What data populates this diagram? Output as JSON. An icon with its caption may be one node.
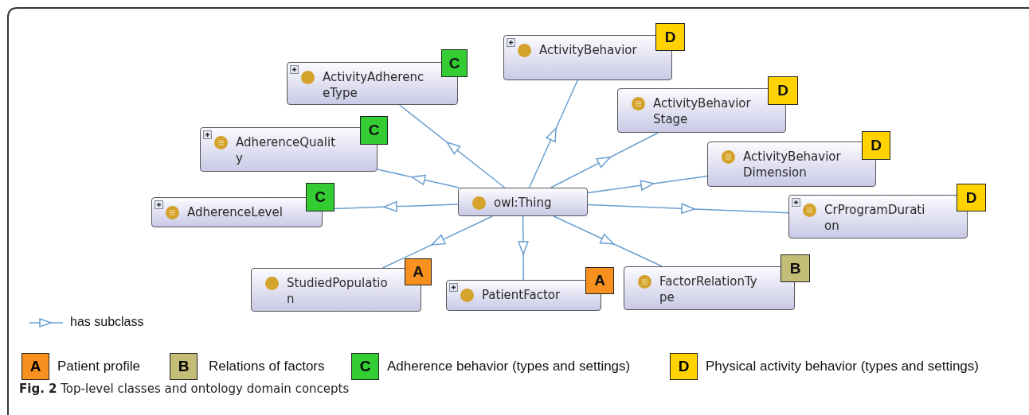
{
  "diagram": {
    "caption": "**Fig. 2** Top-level classes and ontology domain concepts",
    "nodes": [
      {
        "text": [
          "ActivityBehavior"
        ]
      },
      {
        "text": [
          "D"
        ]
      },
      {
        "text": [
          "ActivityAdherenceType"
        ]
      },
      {
        "text": [
          "C"
        ]
      },
      {
        "text": [
          "ActivityBehaviorStage"
        ]
      },
      {
        "text": [
          "D"
        ]
      },
      {
        "text": [
          "AdherenceQuality"
        ]
      },
      {
        "text": [
          "C"
        ]
      },
      {
        "text": [
          "ActivityBehaviorDimension"
        ]
      },
      {
        "text": [
          "D"
        ]
      },
      {
        "text": [
          "owl:Thing"
        ]
      },
      {
        "text": [
          "AdherenceLevel"
        ]
      },
      {
        "text": [
          "C"
        ]
      },
      {
        "text": [
          "CrProgramDuration"
        ]
      },
      {
        "text": [
          "D"
        ]
      },
      {
        "text": [
          "StudiedPopulation"
        ]
      },
      {
        "text": [
          "A"
        ]
      },
      {
        "text": [
          "FactorRelationType"
        ]
      },
      {
        "text": [
          "B"
        ]
      },
      {
        "text": [
          "PatientFactor"
        ]
      },
      {
        "text": [
          "A"
        ]
      }
    ],
    "edges": [
      {
        "from": 10,
        "to": 0,
        "arrow": "to"
      },
      {
        "from": 10,
        "to": 2,
        "arrow": "to"
      },
      {
        "from": 10,
        "to": 4,
        "arrow": "to"
      },
      {
        "from": 10,
        "to": 6,
        "arrow": "to"
      },
      {
        "from": 10,
        "to": 8,
        "arrow": "to"
      },
      {
        "from": 10,
        "to": 11,
        "arrow": "to"
      },
      {
        "from": 10,
        "to": 13,
        "arrow": "to"
      },
      {
        "from": 10,
        "to": 15,
        "arrow": "to"
      },
      {
        "from": 10,
        "to": 17,
        "arrow": "to"
      },
      {
        "from": 10,
        "to": 19,
        "arrow": "to"
      }
    ],
    "labels": [
      "A",
      "B",
      "C",
      "D"
    ],
    "legend": [
      {
        "text": "has subclass"
      },
      {
        "text": "Patient profile",
        "color": "#f7901e"
      },
      {
        "text": "Relations of factors",
        "color": "#c4bd78"
      },
      {
        "text": "Adherence behavior (types and settings)",
        "color": "#33cc33"
      },
      {
        "text": "Physical activity behavior (types and settings)",
        "color": "#ffd200"
      }
    ]
  }
}
